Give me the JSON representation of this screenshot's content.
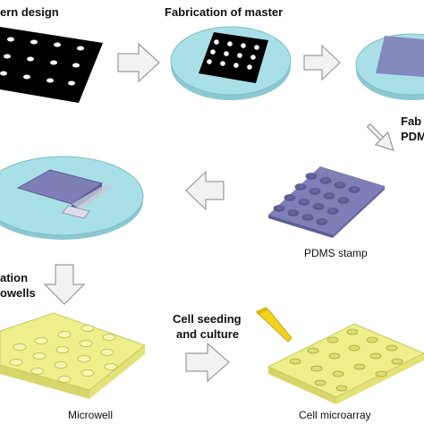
{
  "steps": {
    "pattern_design": "ern design",
    "fabrication_master": "Fabrication of master",
    "fab_pdms_line1": "Fab",
    "fab_pdms_line2": "PDM",
    "pdms_stamp": "PDMS stamp",
    "microwell_fab_line1": "ation",
    "microwell_fab_line2": "owells",
    "cell_seeding_line1": "Cell seeding",
    "cell_seeding_line2": "and culture",
    "microwell": "Microwell",
    "cell_microarray": "Cell microarray"
  },
  "colors": {
    "mask_black": "#000000",
    "wafer_cyan": "#a9dfe6",
    "pdms_purple": "#7f7fb8",
    "substrate_yellow": "#eeee8a",
    "arrow_fill": "#f2f2f2",
    "arrow_stroke": "#9a9a9a",
    "pipette_yellow": "#f2d21a"
  }
}
